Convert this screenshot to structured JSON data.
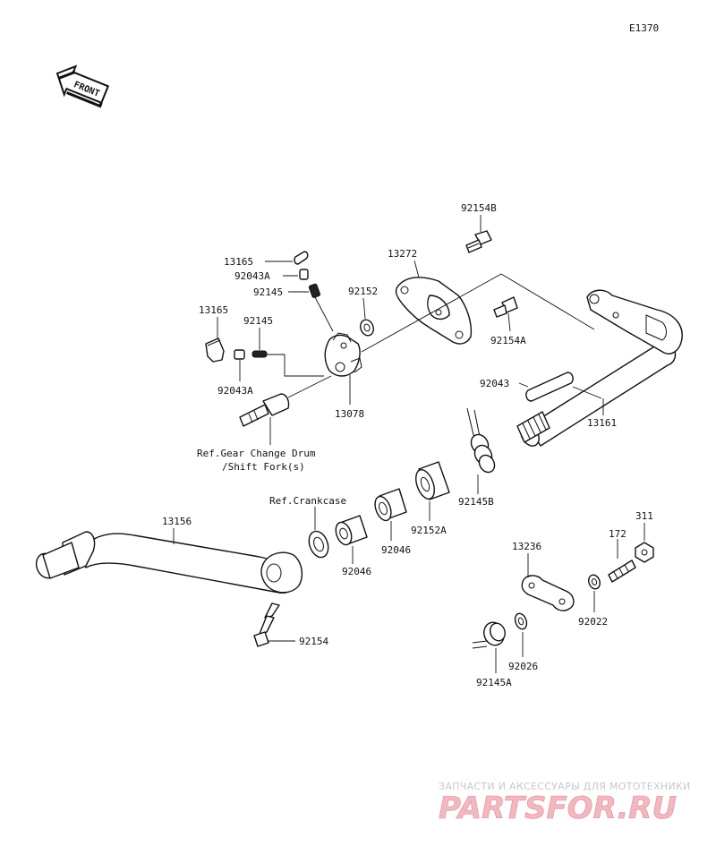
{
  "diagram_code": "E1370",
  "front_label": "FRONT",
  "refs": {
    "gear_drum_line1": "Ref.Gear Change Drum",
    "gear_drum_line2": "/Shift Fork(s)",
    "crankcase": "Ref.Crankcase"
  },
  "parts": [
    {
      "id": "p92154B",
      "label": "92154B"
    },
    {
      "id": "p13272",
      "label": "13272"
    },
    {
      "id": "p13165a",
      "label": "13165"
    },
    {
      "id": "p92043Aa",
      "label": "92043A"
    },
    {
      "id": "p92145a",
      "label": "92145"
    },
    {
      "id": "p92152",
      "label": "92152"
    },
    {
      "id": "p13165b",
      "label": "13165"
    },
    {
      "id": "p92145b",
      "label": "92145"
    },
    {
      "id": "p92043Ab",
      "label": "92043A"
    },
    {
      "id": "p13078",
      "label": "13078"
    },
    {
      "id": "p92154A",
      "label": "92154A"
    },
    {
      "id": "p92043",
      "label": "92043"
    },
    {
      "id": "p13161",
      "label": "13161"
    },
    {
      "id": "p92145B",
      "label": "92145B"
    },
    {
      "id": "p92152A",
      "label": "92152A"
    },
    {
      "id": "p92046a",
      "label": "92046"
    },
    {
      "id": "p92046b",
      "label": "92046"
    },
    {
      "id": "p13156",
      "label": "13156"
    },
    {
      "id": "p92154",
      "label": "92154"
    },
    {
      "id": "p13236",
      "label": "13236"
    },
    {
      "id": "p172",
      "label": "172"
    },
    {
      "id": "p311",
      "label": "311"
    },
    {
      "id": "p92022",
      "label": "92022"
    },
    {
      "id": "p92026",
      "label": "92026"
    },
    {
      "id": "p92145A",
      "label": "92145A"
    }
  ],
  "watermark": {
    "caption": "ЗАПЧАСТИ И АКСЕССУАРЫ ДЛЯ МОТОТЕХНИКИ",
    "logo": "PARTSFOR.RU"
  }
}
